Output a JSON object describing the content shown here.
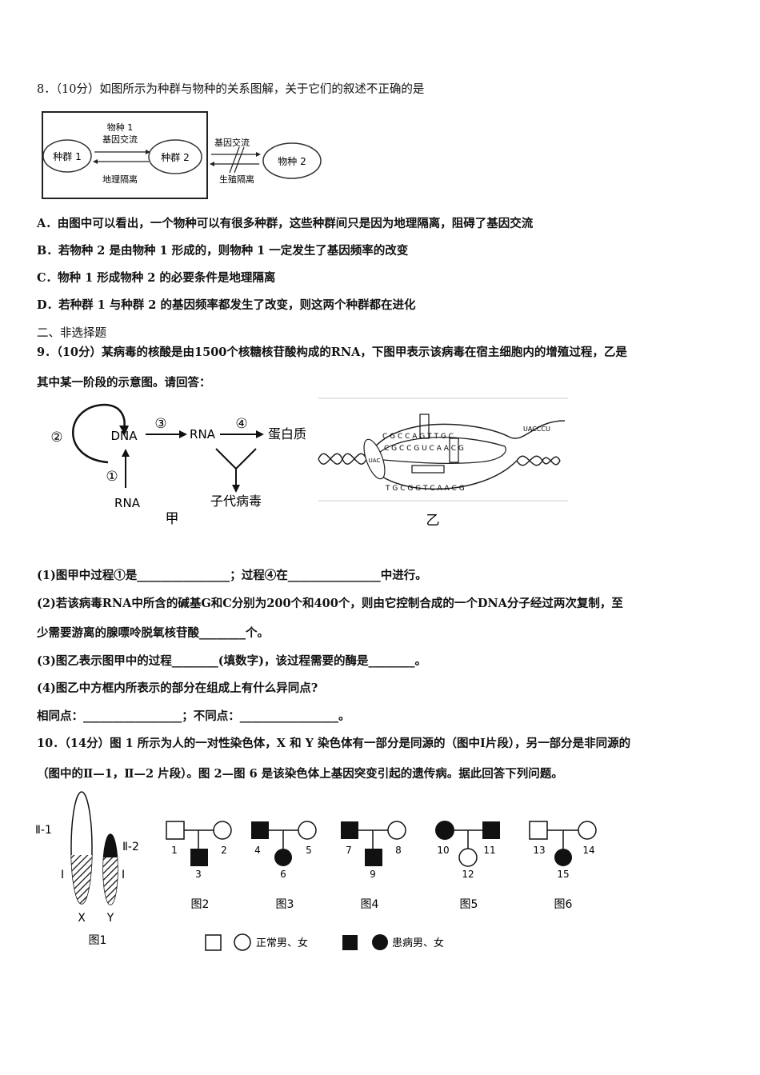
{
  "q8": {
    "stem": "8．（10分）如图所示为种群与物种的关系图解，关于它们的叙述不正确的是",
    "figure": {
      "species1": "物种 1",
      "gene_flow": "基因交流",
      "pop1": "种群 1",
      "pop2": "种群 2",
      "geo_isolation": "地理隔离",
      "gene_flow2": "基因交流",
      "repro_isolation": "生殖隔离",
      "species2": "物种 2"
    },
    "options": [
      "A．由图中可以看出，一个物种可以有很多种群，这些种群间只是因为地理隔离，阻碍了基因交流",
      "B．若物种 2 是由物种 1 形成的，则物种 1 一定发生了基因频率的改变",
      "C．物种 1 形成物种 2 的必要条件是地理隔离",
      "D．若种群 1 与种群 2 的基因频率都发生了改变，则这两个种群都在进化"
    ]
  },
  "section2": "二、非选择题",
  "q9": {
    "stem1": "9．（10分）某病毒的核酸是由1500个核糖核苷酸构成的RNA，下图甲表示该病毒在宿主细胞内的增殖过程，乙是",
    "stem2": "其中某一阶段的示意图。请回答：",
    "fig_jia": {
      "c1": "①",
      "c2": "②",
      "c3": "③",
      "c4": "④",
      "dna": "DNA",
      "rna_mid": "RNA",
      "protein": "蛋白质",
      "rna_bottom": "RNA",
      "progeny": "子代病毒",
      "caption": "甲"
    },
    "fig_yi": {
      "top_seq": "C G C C A G T T G C",
      "right_seq": "UACCCU",
      "mid_seq": "C G C C G U C A A C G",
      "bot_seq": "T G C G G T C A A C G",
      "caption": "乙"
    },
    "sub1": "(1)图甲中过程①是________________；过程④在________________中进行。",
    "sub2a": "(2)若该病毒RNA中所含的碱基G和C分别为200个和400个，则由它控制合成的一个DNA分子经过两次复制，至",
    "sub2b": "少需要游离的腺嘌呤脱氧核苷酸________个。",
    "sub3": "(3)图乙表示图甲中的过程________(填数字)，该过程需要的酶是________。",
    "sub4": "(4)图乙中方框内所表示的部分在组成上有什么异同点?",
    "sub4b": "相同点：_________________；不同点：_________________。"
  },
  "q10": {
    "stem1": "10．（14分）图 1 所示为人的一对性染色体，X 和 Y 染色体有一部分是同源的（图中Ⅰ片段），另一部分是非同源的",
    "stem2": "（图中的Ⅱ—1，Ⅱ—2 片段）。图 2—图 6 是该染色体上基因突变引起的遗传病。据此回答下列问题。",
    "fig1": {
      "ii1": "Ⅱ-1",
      "ii2": "Ⅱ-2",
      "i_left": "Ⅰ",
      "i_right": "Ⅰ",
      "x": "X",
      "y": "Y",
      "caption": "图1"
    },
    "pedigrees": [
      {
        "caption": "图2",
        "p1": "1",
        "p2": "2",
        "c": "3"
      },
      {
        "caption": "图3",
        "p1": "4",
        "p2": "5",
        "c": "6"
      },
      {
        "caption": "图4",
        "p1": "7",
        "p2": "8",
        "c": "9"
      },
      {
        "caption": "图5",
        "p1": "10",
        "p2": "11",
        "c": "12"
      },
      {
        "caption": "图6",
        "p1": "13",
        "p2": "14",
        "c": "15"
      }
    ],
    "legend_normal": "正常男、女",
    "legend_affected": "患病男、女"
  }
}
